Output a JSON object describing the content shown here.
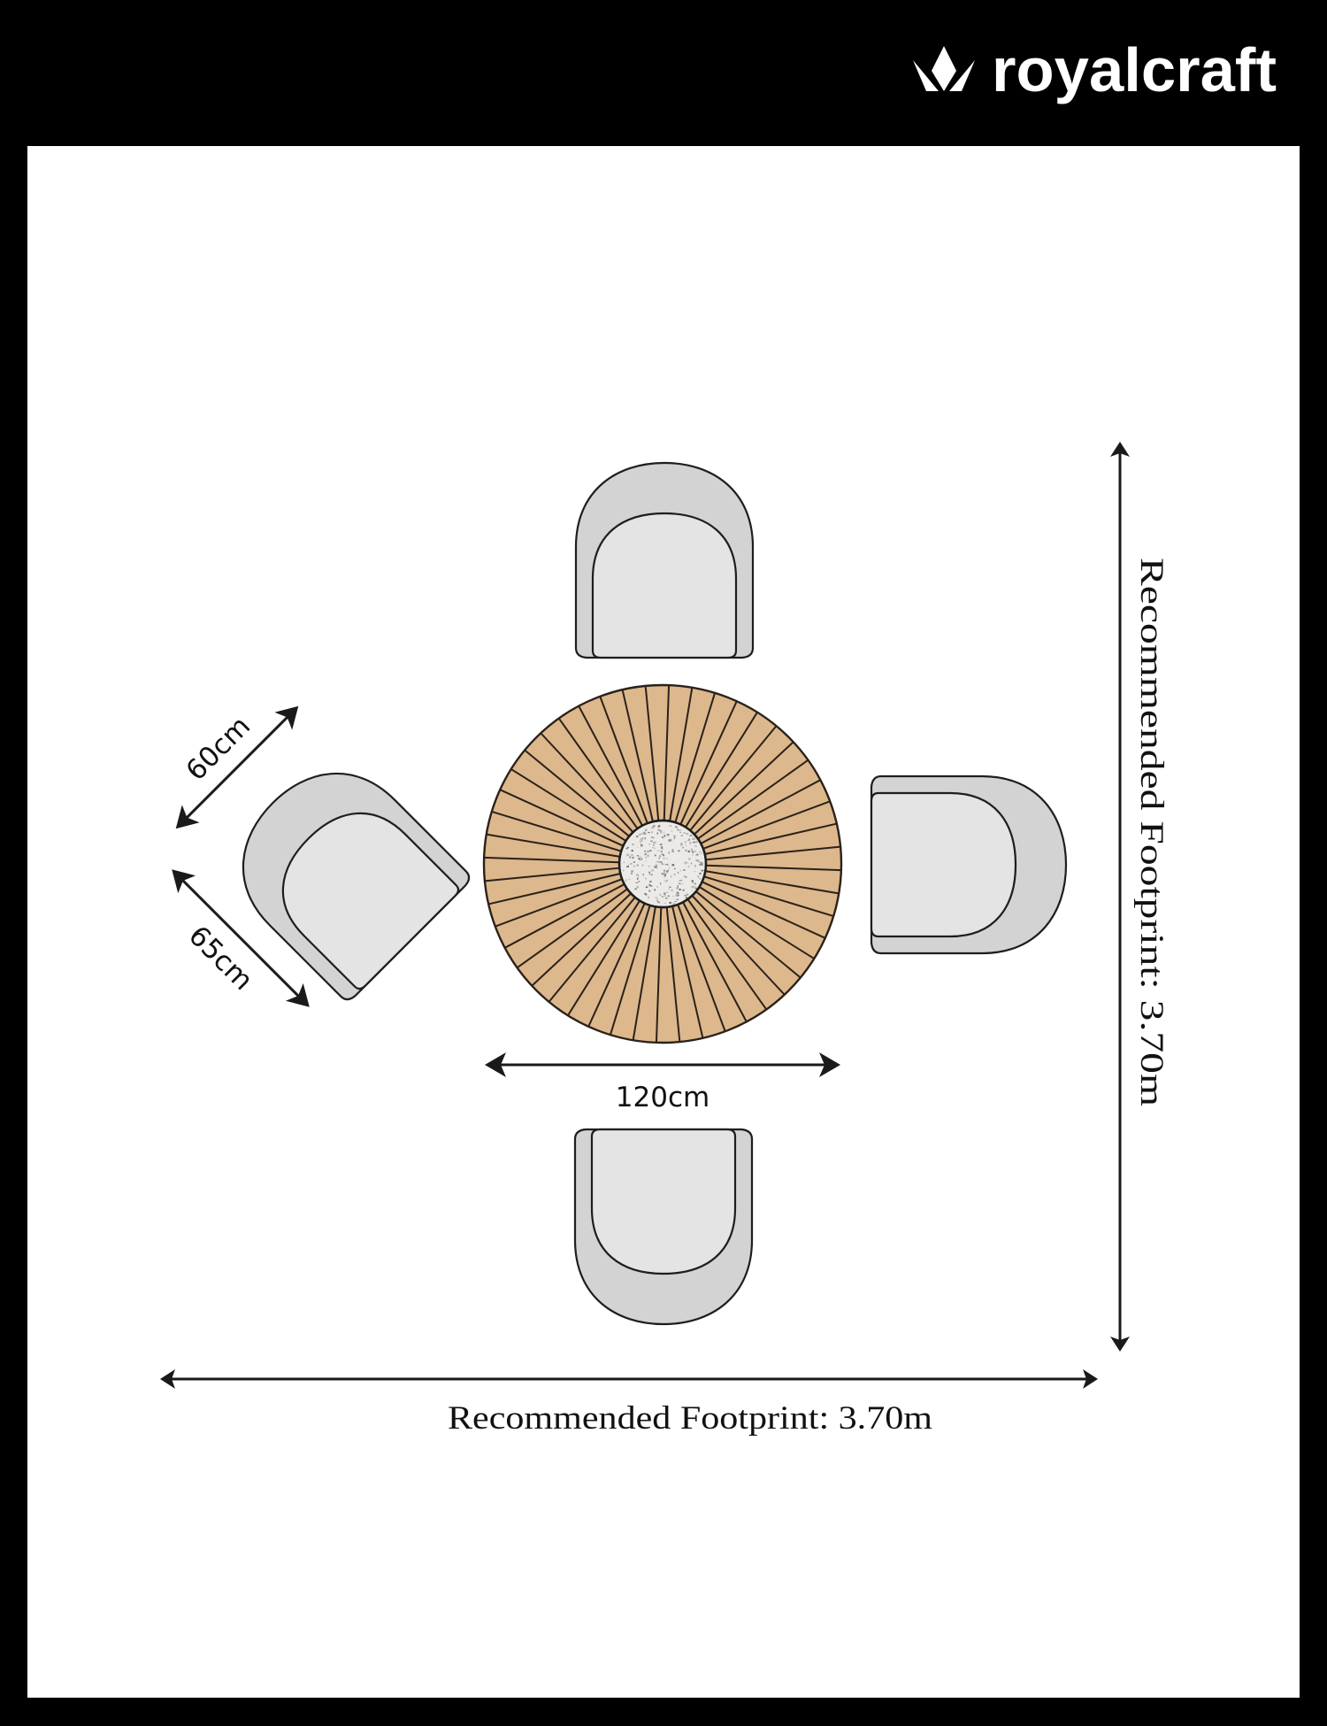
{
  "brand": {
    "name": "royalcraft",
    "logo_icon": "crown-icon",
    "header_bg": "#000000",
    "logo_color": "#ffffff"
  },
  "diagram": {
    "title": "Round dining set floor plan",
    "table": {
      "diameter_label": "120cm",
      "top_color": "#dcb88c",
      "center_color": "#ebeae7",
      "slat_count": 48
    },
    "chair": {
      "width_label": "60cm",
      "depth_label": "65cm",
      "shell_color": "#d3d3d3",
      "seat_color": "#e4e4e4",
      "count": 4
    },
    "footprint": {
      "horizontal_label": "Recommended Footprint: 3.70m",
      "vertical_label": "Recommended Footprint: 3.70m"
    }
  }
}
